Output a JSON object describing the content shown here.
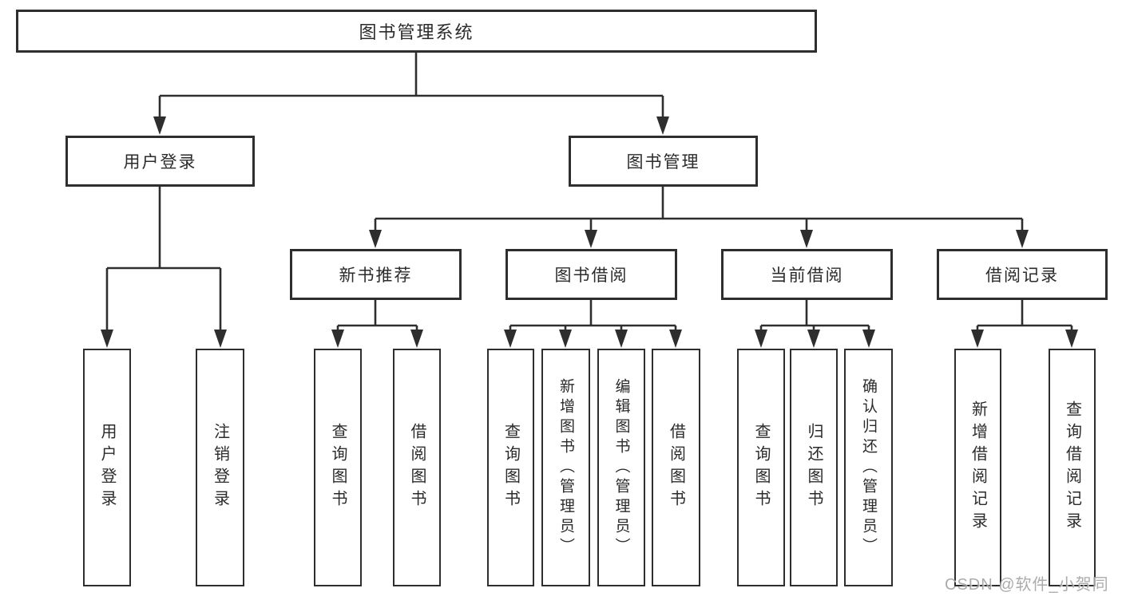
{
  "tree": {
    "label": "图书管理系统",
    "children": [
      {
        "label": "用户登录",
        "children": [
          {
            "label": "用户登录"
          },
          {
            "label": "注销登录"
          }
        ]
      },
      {
        "label": "图书管理",
        "children": [
          {
            "label": "新书推荐",
            "children": [
              {
                "label": "查询图书"
              },
              {
                "label": "借阅图书"
              }
            ]
          },
          {
            "label": "图书借阅",
            "children": [
              {
                "label": "查询图书"
              },
              {
                "label": "新增图书（管理员）"
              },
              {
                "label": "编辑图书（管理员）"
              },
              {
                "label": "借阅图书"
              }
            ]
          },
          {
            "label": "当前借阅",
            "children": [
              {
                "label": "查询图书"
              },
              {
                "label": "归还图书"
              },
              {
                "label": "确认归还（管理员）"
              }
            ]
          },
          {
            "label": "借阅记录",
            "children": [
              {
                "label": "新增借阅记录"
              },
              {
                "label": "查询借阅记录"
              }
            ]
          }
        ]
      }
    ]
  },
  "watermark": {
    "text": "CSDN @软件_小贺同学"
  },
  "colors": {
    "line": "#2e2e2e",
    "text": "#2b2b2b",
    "background": "#ffffff",
    "watermark": "#a3a3a3"
  }
}
